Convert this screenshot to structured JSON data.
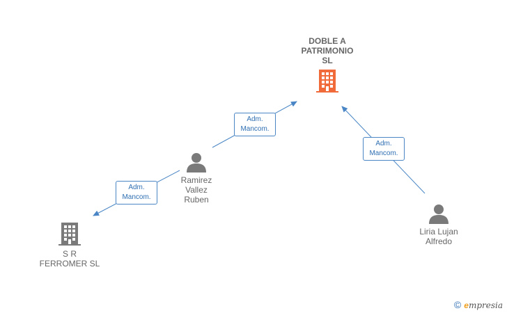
{
  "colors": {
    "edge": "#4a86c5",
    "person_icon": "#7a7a7a",
    "company_icon": "#7a7a7a",
    "company_main_icon": "#f06a3a"
  },
  "nodes": {
    "doble_a": {
      "lines": [
        "DOBLE A",
        "PATRIMONIO",
        "SL"
      ],
      "icon": "building-icon"
    },
    "ramirez": {
      "lines": [
        "Ramirez",
        "Vallez",
        "Ruben"
      ],
      "icon": "person-icon"
    },
    "sr_ferromer": {
      "lines": [
        "S R",
        "FERROMER SL"
      ],
      "icon": "building-icon"
    },
    "liria": {
      "lines": [
        "Liria Lujan",
        "Alfredo"
      ],
      "icon": "person-icon"
    }
  },
  "edges": [
    {
      "lines": [
        "Adm.",
        "Mancom."
      ]
    },
    {
      "lines": [
        "Adm.",
        "Mancom."
      ]
    },
    {
      "lines": [
        "Adm.",
        "Mancom."
      ]
    }
  ],
  "footer": {
    "copyright": "©",
    "brand_initial": "e",
    "brand_rest": "mpresia"
  }
}
